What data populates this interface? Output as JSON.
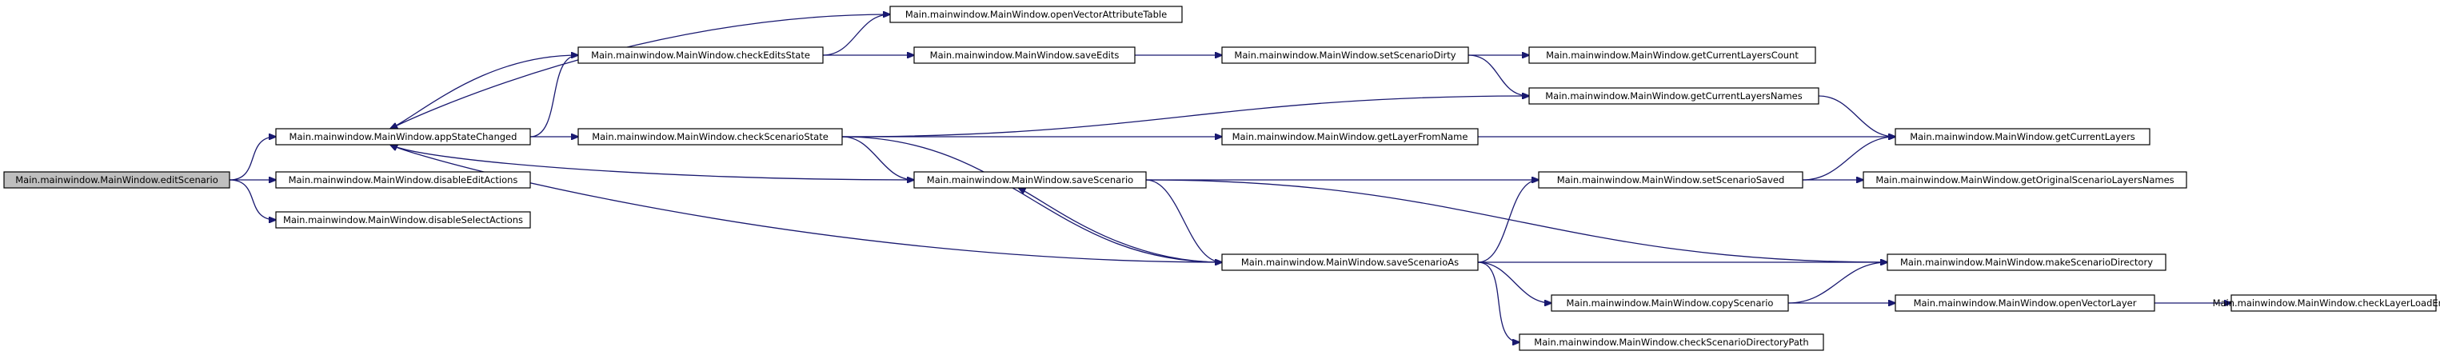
{
  "diagram": {
    "type": "call-graph",
    "colors": {
      "edge": "#191970",
      "focus_fill": "#bfbfbf",
      "node_fill": "#ffffff",
      "border": "#000000"
    },
    "nodes": [
      {
        "id": "editScenario",
        "label": "Main.mainwindow.MainWindow.editScenario",
        "focus": true
      },
      {
        "id": "appStateChanged",
        "label": "Main.mainwindow.MainWindow.appStateChanged"
      },
      {
        "id": "disableEditActions",
        "label": "Main.mainwindow.MainWindow.disableEditActions"
      },
      {
        "id": "disableSelectActions",
        "label": "Main.mainwindow.MainWindow.disableSelectActions"
      },
      {
        "id": "checkEditsState",
        "label": "Main.mainwindow.MainWindow.checkEditsState"
      },
      {
        "id": "checkScenarioState",
        "label": "Main.mainwindow.MainWindow.checkScenarioState"
      },
      {
        "id": "openVectorAttributeTable",
        "label": "Main.mainwindow.MainWindow.openVectorAttributeTable"
      },
      {
        "id": "saveEdits",
        "label": "Main.mainwindow.MainWindow.saveEdits"
      },
      {
        "id": "saveScenario",
        "label": "Main.mainwindow.MainWindow.saveScenario"
      },
      {
        "id": "saveScenarioAs",
        "label": "Main.mainwindow.MainWindow.saveScenarioAs"
      },
      {
        "id": "setScenarioDirty",
        "label": "Main.mainwindow.MainWindow.setScenarioDirty"
      },
      {
        "id": "getLayerFromName",
        "label": "Main.mainwindow.MainWindow.getLayerFromName"
      },
      {
        "id": "setScenarioSaved",
        "label": "Main.mainwindow.MainWindow.setScenarioSaved"
      },
      {
        "id": "copyScenario",
        "label": "Main.mainwindow.MainWindow.copyScenario"
      },
      {
        "id": "checkScenarioDirectoryPath",
        "label": "Main.mainwindow.MainWindow.checkScenarioDirectoryPath"
      },
      {
        "id": "getCurrentLayersCount",
        "label": "Main.mainwindow.MainWindow.getCurrentLayersCount"
      },
      {
        "id": "getCurrentLayersNames",
        "label": "Main.mainwindow.MainWindow.getCurrentLayersNames"
      },
      {
        "id": "getCurrentLayers",
        "label": "Main.mainwindow.MainWindow.getCurrentLayers"
      },
      {
        "id": "getOriginalScenarioLayersNames",
        "label": "Main.mainwindow.MainWindow.getOriginalScenarioLayersNames"
      },
      {
        "id": "makeScenarioDirectory",
        "label": "Main.mainwindow.MainWindow.makeScenarioDirectory"
      },
      {
        "id": "openVectorLayer",
        "label": "Main.mainwindow.MainWindow.openVectorLayer"
      },
      {
        "id": "checkLayerLoadError",
        "label": "Main.mainwindow.MainWindow.checkLayerLoadError"
      }
    ],
    "edges": [
      [
        "editScenario",
        "appStateChanged"
      ],
      [
        "editScenario",
        "disableEditActions"
      ],
      [
        "editScenario",
        "disableSelectActions"
      ],
      [
        "appStateChanged",
        "checkEditsState"
      ],
      [
        "appStateChanged",
        "checkScenarioState"
      ],
      [
        "checkEditsState",
        "openVectorAttributeTable"
      ],
      [
        "checkEditsState",
        "saveEdits"
      ],
      [
        "saveEdits",
        "setScenarioDirty"
      ],
      [
        "setScenarioDirty",
        "getCurrentLayersCount"
      ],
      [
        "setScenarioDirty",
        "getCurrentLayersNames"
      ],
      [
        "checkScenarioState",
        "getCurrentLayersNames"
      ],
      [
        "checkScenarioState",
        "getLayerFromName"
      ],
      [
        "checkScenarioState",
        "saveScenario"
      ],
      [
        "checkScenarioState",
        "saveScenarioAs"
      ],
      [
        "getCurrentLayersNames",
        "getCurrentLayers"
      ],
      [
        "getLayerFromName",
        "getCurrentLayers"
      ],
      [
        "saveScenario",
        "setScenarioSaved"
      ],
      [
        "saveScenario",
        "saveScenarioAs"
      ],
      [
        "saveScenario",
        "makeScenarioDirectory"
      ],
      [
        "setScenarioSaved",
        "getCurrentLayers"
      ],
      [
        "setScenarioSaved",
        "getOriginalScenarioLayersNames"
      ],
      [
        "saveScenarioAs",
        "setScenarioSaved"
      ],
      [
        "saveScenarioAs",
        "makeScenarioDirectory"
      ],
      [
        "saveScenarioAs",
        "copyScenario"
      ],
      [
        "saveScenarioAs",
        "checkScenarioDirectoryPath"
      ],
      [
        "saveScenarioAs",
        "saveScenario"
      ],
      [
        "copyScenario",
        "makeScenarioDirectory"
      ],
      [
        "copyScenario",
        "openVectorLayer"
      ],
      [
        "openVectorLayer",
        "checkLayerLoadError"
      ],
      [
        "checkEditsState",
        "appStateChanged"
      ],
      [
        "openVectorAttributeTable",
        "appStateChanged"
      ],
      [
        "saveScenario",
        "appStateChanged"
      ],
      [
        "saveScenarioAs",
        "appStateChanged"
      ]
    ]
  }
}
